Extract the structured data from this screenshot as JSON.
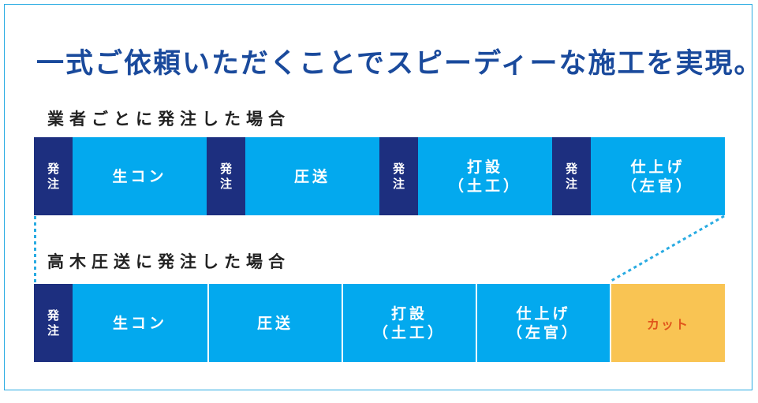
{
  "headline": "一式ご依頼いただくことでスピーディーな施工を実現。",
  "section1": {
    "title": "業者ごとに発注した場合",
    "blocks": [
      {
        "tag": [
          "発",
          "注"
        ],
        "label1": "生コン",
        "label2": ""
      },
      {
        "tag": [
          "発",
          "注"
        ],
        "label1": "圧送",
        "label2": ""
      },
      {
        "tag": [
          "発",
          "注"
        ],
        "label1": "打設",
        "label2": "（土工）"
      },
      {
        "tag": [
          "発",
          "注"
        ],
        "label1": "仕上げ",
        "label2": "（左官）"
      }
    ]
  },
  "section2": {
    "title": "高木圧送に発注した場合",
    "tag": [
      "発",
      "注"
    ],
    "cells": [
      {
        "label1": "生コン",
        "label2": ""
      },
      {
        "label1": "圧送",
        "label2": ""
      },
      {
        "label1": "打設",
        "label2": "（土工）"
      },
      {
        "label1": "仕上げ",
        "label2": "（左官）"
      }
    ],
    "cut_label": "カット"
  },
  "colors": {
    "primary_blue": "#03a9ee",
    "navy": "#1d2f7f",
    "heading_blue": "#1a4a9c",
    "cut_yellow": "#f9c453",
    "cut_text": "#e0561c",
    "frame": "#29abe2"
  }
}
